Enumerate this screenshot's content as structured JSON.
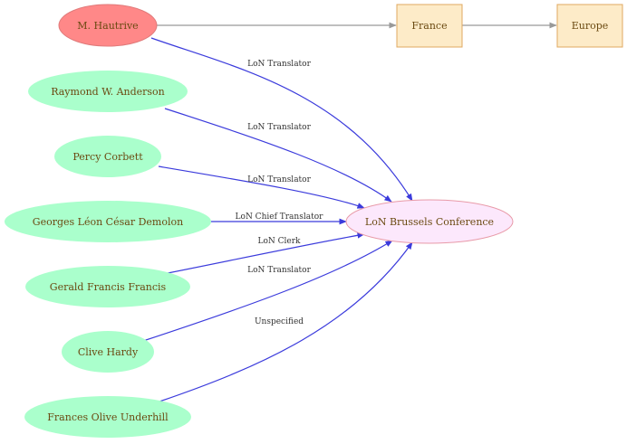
{
  "colors": {
    "person_fill": "#aaffcc",
    "highlight_fill": "#ff8888",
    "highlight_stroke": "#e07a7a",
    "conference_fill": "#fce8fc",
    "conference_stroke": "#e89aa8",
    "place_fill": "#fdebc8",
    "place_stroke": "#e0a860",
    "person_edge": "#3b3bdc",
    "place_edge": "#999999",
    "node_text": "#6b4a12"
  },
  "nodes": {
    "hautrive": "M.  Hautrive",
    "anderson": "Raymond W. Anderson",
    "corbett": "Percy Corbett",
    "demolon": "Georges Léon César Demolon",
    "francis": "Gerald Francis  Francis",
    "hardy": "Clive Hardy",
    "underhill": "Frances Olive Underhill",
    "conference": "LoN Brussels Conference",
    "france": "France",
    "europe": "Europe"
  },
  "edges": {
    "hautrive": "LoN Translator",
    "anderson": "LoN Translator",
    "corbett": "LoN Translator",
    "demolon": "LoN Chief Translator",
    "francis": "LoN Clerk",
    "hardy": "LoN Translator",
    "underhill": "Unspecified"
  }
}
